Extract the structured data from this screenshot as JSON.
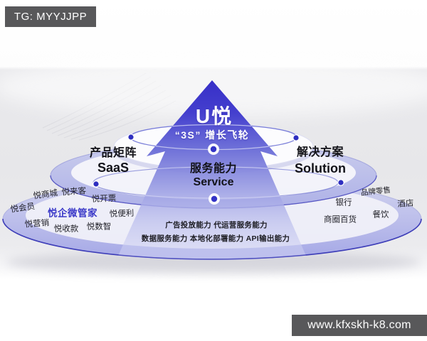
{
  "watermarks": {
    "telegram": "TG: MYYJJPP",
    "website": "www.kfxskh-k8.com"
  },
  "brand": {
    "logo": "U悦",
    "tagline": "“3S” 增长飞轮"
  },
  "tiers": {
    "product": {
      "title": "产品矩阵",
      "subtitle": "SaaS"
    },
    "service": {
      "title": "服务能力",
      "subtitle": "Service"
    },
    "solution": {
      "title": "解决方案",
      "subtitle": "Solution"
    }
  },
  "saas_products": {
    "featured": "悦企微管家",
    "items": [
      "悦商城",
      "悦来客",
      "悦开票",
      "悦会员",
      "悦便利",
      "悦营销",
      "悦收款",
      "悦数智"
    ]
  },
  "service_capabilities": {
    "line1": "广告投放能力  代运营服务能力",
    "line2": "数据服务能力  本地化部署能力  API输出能力"
  },
  "solution_industries": [
    "品牌零售",
    "银行",
    "酒店",
    "餐饮",
    "商圈百货"
  ],
  "colors": {
    "pyramid_top": "#372fc7",
    "disc_lavender": "#b3b6e8",
    "accent_indigo": "#3b39c8",
    "rim_indigo": "#3d3db8",
    "watermark_bg": "#58585a"
  }
}
